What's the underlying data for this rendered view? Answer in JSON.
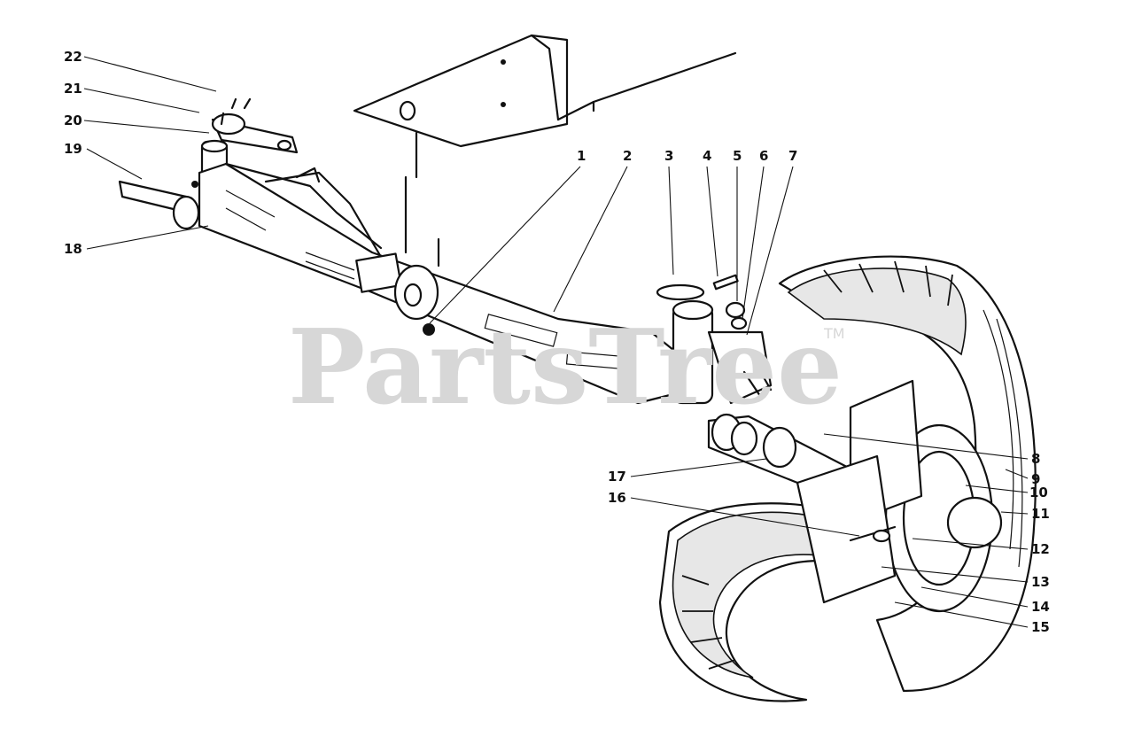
{
  "watermark": {
    "brand": "PartsTree",
    "trademark": "TM"
  },
  "callouts": [
    {
      "number": "1"
    },
    {
      "number": "2"
    },
    {
      "number": "3"
    },
    {
      "number": "4"
    },
    {
      "number": "5"
    },
    {
      "number": "6"
    },
    {
      "number": "7"
    },
    {
      "number": "8"
    },
    {
      "number": "9"
    },
    {
      "number": "10"
    },
    {
      "number": "11"
    },
    {
      "number": "12"
    },
    {
      "number": "13"
    },
    {
      "number": "14"
    },
    {
      "number": "15"
    },
    {
      "number": "16"
    },
    {
      "number": "17"
    },
    {
      "number": "18"
    },
    {
      "number": "19"
    },
    {
      "number": "20"
    },
    {
      "number": "21"
    },
    {
      "number": "22"
    }
  ],
  "colors": {
    "ink": "#111111",
    "background": "#ffffff",
    "watermark": "#d7d7d7"
  }
}
